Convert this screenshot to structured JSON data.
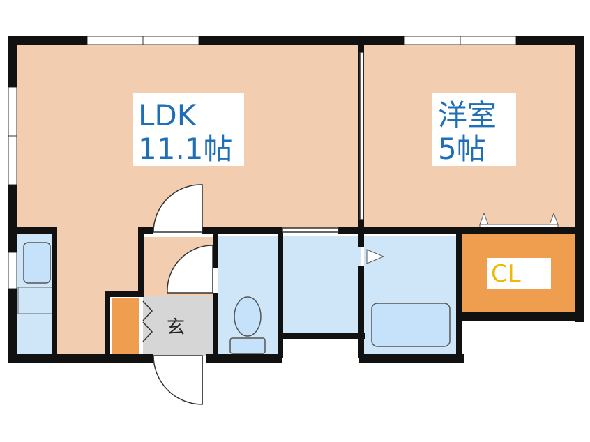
{
  "rooms": {
    "ldk": {
      "name": "LDK",
      "size": "11.1帖"
    },
    "western": {
      "name": "洋室",
      "size": "5帖"
    },
    "closet": {
      "name": "CL"
    },
    "entrance": {
      "name": "玄"
    }
  },
  "colors": {
    "floor": "#f3cdb0",
    "wet_area": "#cfe6f8",
    "closet": "#ee9e4e",
    "entrance": "#d6d6d6",
    "wall": "#111111",
    "label_text": "#1e6fb8",
    "cl_text": "#f0b800"
  }
}
